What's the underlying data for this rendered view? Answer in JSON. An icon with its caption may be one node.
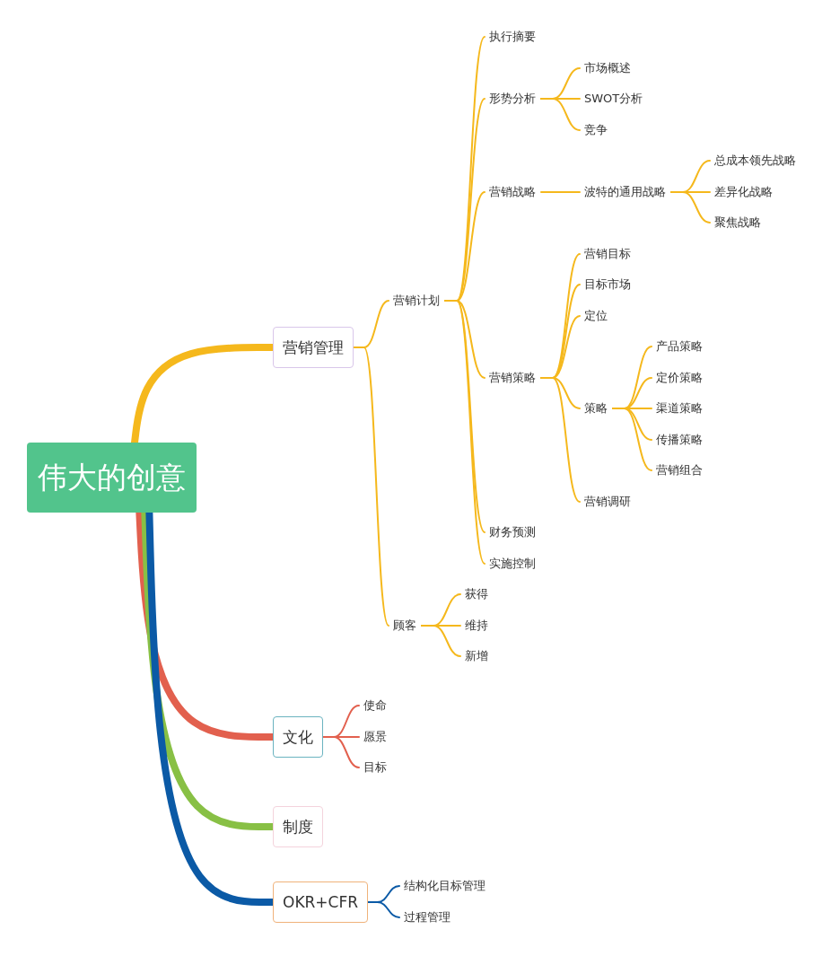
{
  "diagram": {
    "nodes": [
      {
        "text": [
          "伟大的创意"
        ]
      },
      {
        "text": [
          "营销管理"
        ]
      },
      {
        "text": [
          "营销计划"
        ]
      },
      {
        "text": [
          "执行摘要"
        ]
      },
      {
        "text": [
          "形势分析"
        ]
      },
      {
        "text": [
          "市场概述"
        ]
      },
      {
        "text": [
          "SWOT分析"
        ]
      },
      {
        "text": [
          "竞争"
        ]
      },
      {
        "text": [
          "营销战略"
        ]
      },
      {
        "text": [
          "波特的通用战略"
        ]
      },
      {
        "text": [
          "总成本领先战略"
        ]
      },
      {
        "text": [
          "差异化战略"
        ]
      },
      {
        "text": [
          "聚焦战略"
        ]
      },
      {
        "text": [
          "营销策略"
        ]
      },
      {
        "text": [
          "营销目标"
        ]
      },
      {
        "text": [
          "目标市场"
        ]
      },
      {
        "text": [
          "定位"
        ]
      },
      {
        "text": [
          "策略"
        ]
      },
      {
        "text": [
          "产品策略"
        ]
      },
      {
        "text": [
          "定价策略"
        ]
      },
      {
        "text": [
          "渠道策略"
        ]
      },
      {
        "text": [
          "传播策略"
        ]
      },
      {
        "text": [
          "营销组合"
        ]
      },
      {
        "text": [
          "营销调研"
        ]
      },
      {
        "text": [
          "财务预测"
        ]
      },
      {
        "text": [
          "实施控制"
        ]
      },
      {
        "text": [
          "顾客"
        ]
      },
      {
        "text": [
          "获得"
        ]
      },
      {
        "text": [
          "维持"
        ]
      },
      {
        "text": [
          "新增"
        ]
      },
      {
        "text": [
          "文化"
        ]
      },
      {
        "text": [
          "使命"
        ]
      },
      {
        "text": [
          "愿景"
        ]
      },
      {
        "text": [
          "目标"
        ]
      },
      {
        "text": [
          "制度"
        ]
      },
      {
        "text": [
          "OKR+CFR"
        ]
      },
      {
        "text": [
          "结构化目标管理"
        ]
      },
      {
        "text": [
          "过程管理"
        ]
      }
    ],
    "edges": [
      {
        "from": 0,
        "to": 1,
        "arrow": "none",
        "style": "thick"
      },
      {
        "from": 1,
        "to": 2,
        "arrow": "none"
      },
      {
        "from": 1,
        "to": 26,
        "arrow": "none"
      },
      {
        "from": 2,
        "to": 3,
        "arrow": "none"
      },
      {
        "from": 2,
        "to": 4,
        "arrow": "none"
      },
      {
        "from": 2,
        "to": 8,
        "arrow": "none"
      },
      {
        "from": 2,
        "to": 13,
        "arrow": "none"
      },
      {
        "from": 2,
        "to": 24,
        "arrow": "none"
      },
      {
        "from": 2,
        "to": 25,
        "arrow": "none"
      },
      {
        "from": 4,
        "to": 5,
        "arrow": "none"
      },
      {
        "from": 4,
        "to": 6,
        "arrow": "none"
      },
      {
        "from": 4,
        "to": 7,
        "arrow": "none"
      },
      {
        "from": 8,
        "to": 9,
        "arrow": "none"
      },
      {
        "from": 9,
        "to": 10,
        "arrow": "none"
      },
      {
        "from": 9,
        "to": 11,
        "arrow": "none"
      },
      {
        "from": 9,
        "to": 12,
        "arrow": "none"
      },
      {
        "from": 13,
        "to": 14,
        "arrow": "none"
      },
      {
        "from": 13,
        "to": 15,
        "arrow": "none"
      },
      {
        "from": 13,
        "to": 16,
        "arrow": "none"
      },
      {
        "from": 13,
        "to": 17,
        "arrow": "none"
      },
      {
        "from": 13,
        "to": 23,
        "arrow": "none"
      },
      {
        "from": 17,
        "to": 18,
        "arrow": "none"
      },
      {
        "from": 17,
        "to": 19,
        "arrow": "none"
      },
      {
        "from": 17,
        "to": 20,
        "arrow": "none"
      },
      {
        "from": 17,
        "to": 21,
        "arrow": "none"
      },
      {
        "from": 17,
        "to": 22,
        "arrow": "none"
      },
      {
        "from": 26,
        "to": 27,
        "arrow": "none"
      },
      {
        "from": 26,
        "to": 28,
        "arrow": "none"
      },
      {
        "from": 26,
        "to": 29,
        "arrow": "none"
      },
      {
        "from": 0,
        "to": 30,
        "arrow": "none",
        "style": "thick",
        "color": "#e2604e"
      },
      {
        "from": 30,
        "to": 31,
        "arrow": "none",
        "color": "#e2604e"
      },
      {
        "from": 30,
        "to": 32,
        "arrow": "none",
        "color": "#e2604e"
      },
      {
        "from": 30,
        "to": 33,
        "arrow": "none",
        "color": "#e2604e"
      },
      {
        "from": 0,
        "to": 34,
        "arrow": "none",
        "style": "thick",
        "color": "#88c045"
      },
      {
        "from": 0,
        "to": 35,
        "arrow": "none",
        "style": "thick",
        "color": "#0b5aa6"
      },
      {
        "from": 35,
        "to": 36,
        "arrow": "none",
        "color": "#0b5aa6"
      },
      {
        "from": 35,
        "to": 37,
        "arrow": "none",
        "color": "#0b5aa6"
      }
    ]
  }
}
